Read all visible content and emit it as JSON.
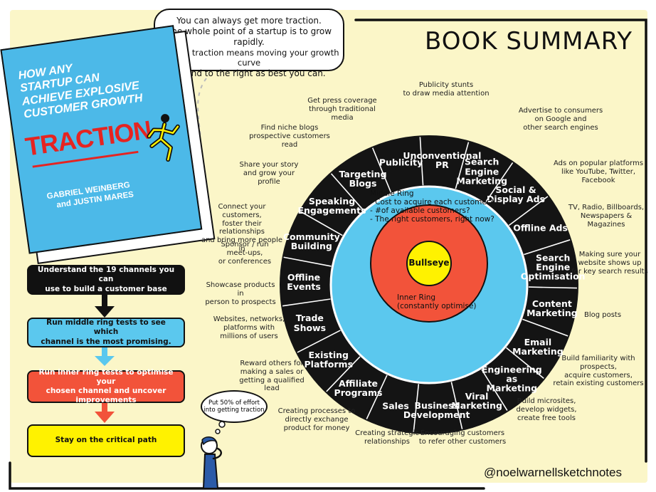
{
  "title": "BOOK SUMMARY",
  "quote": {
    "line1": "You can always get more traction.",
    "line2": "The whole point of a startup is to grow rapidly.",
    "line3": "Getting traction means moving your growth curve",
    "line4": "up and to the right as best you can."
  },
  "book": {
    "tagline_1": "HOW ANY",
    "tagline_2": "STARTUP CAN",
    "tagline_3": "ACHIEVE EXPLOSIVE",
    "tagline_4": "CUSTOMER GROWTH",
    "name": "TRACTION",
    "author_1": "GABRIEL WEINBERG",
    "author_2": "and JUSTIN MARES"
  },
  "rings": {
    "bullseye": "Bullseye",
    "inner_1": "Inner Ring",
    "inner_2": "(constantly optimise)",
    "middle_title": "Middle Ring",
    "middle_1": "- Cost to acquire each customer?",
    "middle_2": "- #of available customers?",
    "middle_3": "- The right customers, right now?"
  },
  "channels": [
    "Unconventional\nPR",
    "Search\nEngine\nMarketing",
    "Social &\nDisplay Ads",
    "Offline Ads",
    "Search\nEngine\nOptimisation",
    "Content\nMarketing",
    "Email\nMarketing",
    "Engineering\nas\nMarketing",
    "Viral\nMarketing",
    "Business\nDevelopment",
    "Sales",
    "Affiliate\nPrograms",
    "Existing\nPlatforms",
    "Trade\nShows",
    "Offline\nEvents",
    "Community\nBuilding",
    "Speaking\nEngagements",
    "Targeting\nBlogs",
    "Publicity"
  ],
  "notes": {
    "n_unconv_1": "Publicity stunts",
    "n_unconv_2": "to draw media attention",
    "n_sem_1": "Advertise to consumers",
    "n_sem_2": "on Google and",
    "n_sem_3": "other search engines",
    "n_social_1": "Ads on popular platforms",
    "n_social_2": "like YouTube, Twitter,",
    "n_social_3": "Facebook",
    "n_offline_1": "TV, Radio, Billboards,",
    "n_offline_2": "Newspapers &",
    "n_offline_3": "Magazines",
    "n_seo_1": "Making sure your",
    "n_seo_2": "website shows up",
    "n_seo_3": "for key search results",
    "n_content": "Blog posts",
    "n_email_1": "Build familiarity with prospects,",
    "n_email_2": "acquire customers,",
    "n_email_3": "retain existing customers",
    "n_eng_1": "Build microsites,",
    "n_eng_2": "develop widgets,",
    "n_eng_3": "create free tools",
    "n_viral_1": "Encouraging customers",
    "n_viral_2": "to refer other customers",
    "n_bizdev_1": "Creating strategic",
    "n_bizdev_2": "relationships",
    "n_sales_1": "Creating processes to",
    "n_sales_2": "directly exchange",
    "n_sales_3": "product for money",
    "n_affiliate_1": "Reward others for",
    "n_affiliate_2": "making a sales or",
    "n_affiliate_3": "getting a qualified lead",
    "n_existing_1": "Websites, networks,",
    "n_existing_2": "platforms with",
    "n_existing_3": "millions of users",
    "n_trade_1": "Showcase products in",
    "n_trade_2": "person to prospects",
    "n_events_1": "Sponsor / run",
    "n_events_2": "meet-ups,",
    "n_events_3": "or conferences",
    "n_community_1": "Connect your customers,",
    "n_community_2": "foster their relationships",
    "n_community_3": "and bring more people in",
    "n_speaking_1": "Share your story",
    "n_speaking_2": "and grow your profile",
    "n_blogs_1": "Find niche blogs",
    "n_blogs_2": "prospective customers read",
    "n_publicity_1": "Get press coverage",
    "n_publicity_2": "through traditional media"
  },
  "steps": {
    "s1_1": "Understand the 19 channels you can",
    "s1_2": "use to build a customer base",
    "s2_1": "Run middle ring tests to see which",
    "s2_2": "channel is the most promising.",
    "s3_1": "Run inner ring tests to optimise your",
    "s3_2": "chosen channel and uncover improvements",
    "s4": "Stay on the critical path"
  },
  "thought": {
    "line1": "Put 50% of effort",
    "line2": "into getting traction"
  },
  "handle": "@noelwarnellsketchnotes",
  "colors": {
    "background": "#FBF6C8",
    "outer_ring": "#141414",
    "middle_ring": "#5BC8EE",
    "inner_ring": "#F2533A",
    "bullseye": "#FFF200",
    "book_cover": "#4CB9E8",
    "step_black": "#111111",
    "step_blue": "#5BC8EE",
    "step_red": "#F2533A",
    "step_yellow": "#FFF200"
  }
}
